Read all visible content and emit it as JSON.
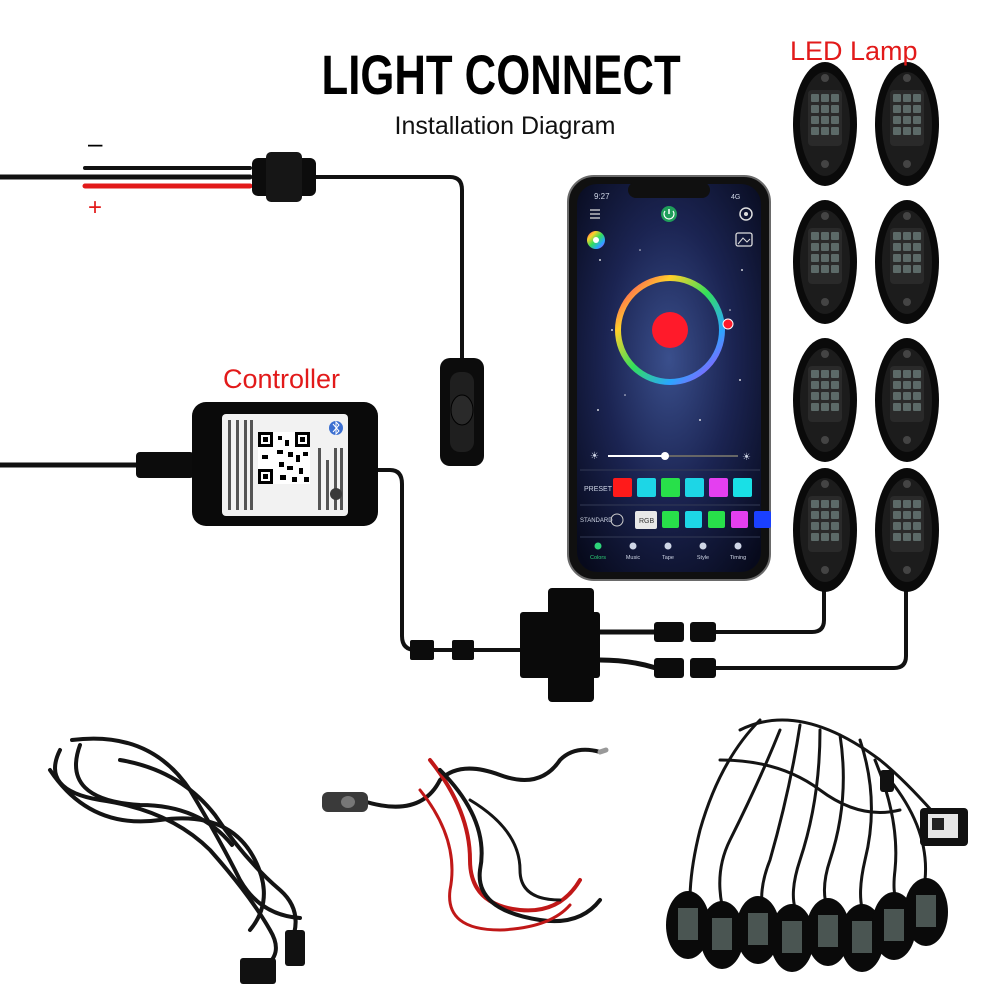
{
  "title": "LIGHT CONNECT",
  "subtitle": "Installation Diagram",
  "labels": {
    "led_lamp": "LED Lamp",
    "controller": "Controller",
    "negative": "–",
    "positive": "+"
  },
  "phone_app": {
    "time": "9:27",
    "network": "4G",
    "preset_label": "PRESET",
    "standard_label": "STANDARD",
    "rgb_label": "RGB",
    "tabs": [
      "Colors",
      "Music",
      "Tape",
      "Style",
      "Timing"
    ]
  },
  "colors": {
    "red_wire": "#e21a1a",
    "preset_swatches": [
      "#ff1a1a",
      "#1dd6e6",
      "#28e04a",
      "#1dd6e6",
      "#e43ff0",
      "#19e0e6"
    ],
    "standard_swatches": [
      "#ff1a1a",
      "#28e04a",
      "#1dd6e6",
      "#28e04a",
      "#e43ff0",
      "#1a40ff"
    ]
  },
  "icons": [
    "bluetooth-icon",
    "power-icon",
    "settings-icon",
    "color-wheel-icon",
    "image-icon",
    "brightness-icon"
  ]
}
